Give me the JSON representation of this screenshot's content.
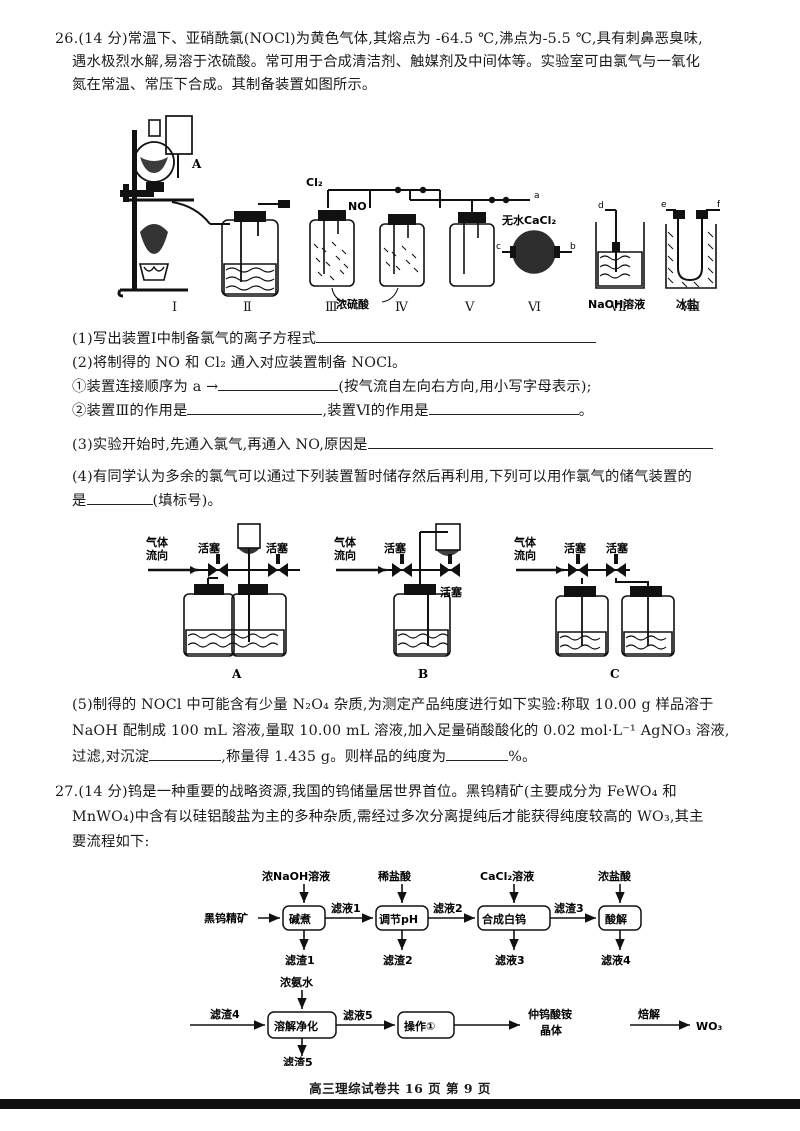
{
  "document": {
    "footer": "高三理综试卷共 16 页    第 9 页"
  },
  "q26": {
    "stem_line1": "26.(14 分)常温下、亚硝酰氯(NOCl)为黄色气体,其熔点为 -64.5 ℃,沸点为-5.5 ℃,具有刺鼻恶臭味,",
    "stem_line2": "遇水极烈水解,易溶于浓硫酸。常可用于合成清洁剂、触媒剂及中间体等。实验室可由氯气与一氧化",
    "stem_line3": "氮在常温、常压下合成。其制备装置如图所示。",
    "sub1": "(1)写出装置Ⅰ中制备氯气的离子方程式",
    "sub2": "(2)将制得的 NO 和 Cl₂ 通入对应装置制备 NOCl。",
    "sub2_1_pre": "①装置连接顺序为 a →",
    "sub2_1_post": "(按气流自左向右方向,用小写字母表示);",
    "sub2_2_pre": "②装置Ⅲ的作用是",
    "sub2_2_mid": ",装置Ⅵ的作用是",
    "sub2_2_post": "。",
    "sub3": "(3)实验开始时,先通入氯气,再通入 NO,原因是",
    "sub4_line1": "(4)有同学认为多余的氯气可以通过下列装置暂时储存然后再利用,下列可以用作氯气的储气装置的",
    "sub4_line2_pre": "是",
    "sub4_line2_post": "(填标号)。",
    "sub5_line1": "(5)制得的 NOCl 中可能含有少量 N₂O₄ 杂质,为测定产品纯度进行如下实验:称取 10.00 g 样品溶于",
    "sub5_line2": "NaOH 配制成 100 mL 溶液,量取 10.00 mL 溶液,加入足量硝酸酸化的 0.02 mol·L⁻¹ AgNO₃ 溶液,",
    "sub5_line3_a": "过滤,对沉淀",
    "sub5_line3_b": ",称量得 1.435 g。则样品的纯度为",
    "sub5_line3_c": "%。"
  },
  "apparatus": {
    "label_A": "A",
    "label_Cl2": "Cl₂",
    "label_NO": "NO",
    "label_h2so4": "浓硫酸",
    "label_cacl2": "无水CaCl₂",
    "label_naoh": "NaOH溶液",
    "label_ice_salt": "冰盐",
    "port_a": "a",
    "port_b": "b",
    "port_c": "c",
    "port_d": "d",
    "port_e": "e",
    "port_f": "f",
    "numerals": [
      "Ⅰ",
      "Ⅱ",
      "Ⅲ",
      "Ⅳ",
      "Ⅴ",
      "Ⅵ",
      "Ⅶ",
      "Ⅷ"
    ]
  },
  "storage": {
    "flow_label": "气体流向",
    "valve_label": "活塞",
    "options": [
      "A",
      "B",
      "C"
    ]
  },
  "q27": {
    "stem_line1": "27.(14 分)钨是一种重要的战略资源,我国的钨储量居世界首位。黑钨精矿(主要成分为 FeWO₄ 和",
    "stem_line2": "MnWO₄)中含有以硅铝酸盐为主的多种杂质,需经过多次分离提纯后才能获得纯度较高的 WO₃,其主",
    "stem_line3": "要流程如下:"
  },
  "flowchart": {
    "type": "process-flow",
    "row1": {
      "input": "黑钨精矿",
      "steps": [
        "碱煮",
        "调节pH",
        "合成白钨",
        "酸解"
      ],
      "reagents": [
        "浓NaOH溶液",
        "稀盐酸",
        "CaCl₂溶液",
        "浓盐酸"
      ],
      "intermediates": [
        "滤液1",
        "滤液2",
        "滤渣3"
      ],
      "outputs": [
        "滤渣1",
        "滤渣2",
        "滤液3",
        "滤液4"
      ]
    },
    "row2": {
      "input": "滤渣4",
      "steps": [
        "溶解净化",
        "操作①"
      ],
      "reagents": [
        "浓氨水"
      ],
      "intermediates": [
        "滤液5"
      ],
      "outputs": [
        "滤渣5"
      ],
      "product_intermediate": "仲钨酸铵\n晶体",
      "product_intermediate_l1": "仲钨酸铵",
      "product_intermediate_l2": "晶体",
      "final_step": "焙解",
      "final_product": "WO₃"
    }
  }
}
